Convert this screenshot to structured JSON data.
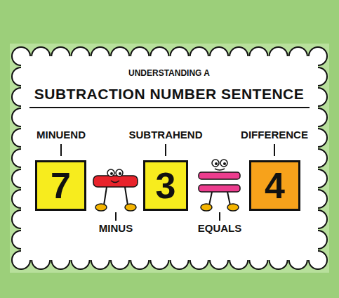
{
  "diagram": {
    "title": "SUBTRACTION NUMBER SENTENCE",
    "nodes": [
      {
        "text": [
          "7"
        ]
      },
      {
        "text": [
          "3"
        ]
      },
      {
        "text": [
          "4"
        ]
      }
    ],
    "labels": [
      "UNDERSTANDING A",
      "MINUEND",
      "SUBTRAHEND",
      "DIFFERENCE",
      "MINUS",
      "EQUALS"
    ]
  }
}
